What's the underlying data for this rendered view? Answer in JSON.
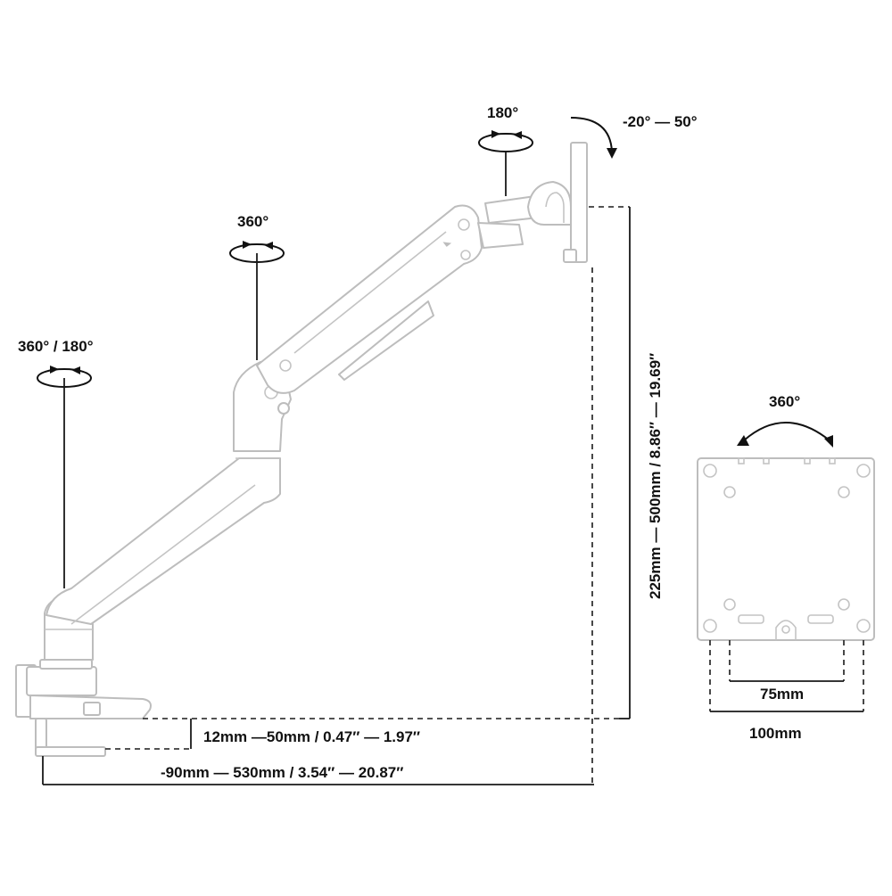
{
  "rotations": {
    "base": "360° / 180°",
    "elbow": "360°",
    "head": "180°",
    "tilt": "-20° — 50°",
    "vesa_rotation": "360°"
  },
  "dimensions": {
    "height_range": "225mm — 500mm / 8.86″ — 19.69″",
    "clamp_range": "12mm —50mm / 0.47″ — 1.97″",
    "reach_range": "-90mm — 530mm / 3.54″ — 20.87″",
    "vesa_small": "75mm",
    "vesa_large": "100mm"
  },
  "brand_mark": "brand-logo",
  "colors": {
    "arm_outline": "#bdbdbd",
    "dimension_line": "#1a1a1a",
    "text": "#111111"
  }
}
